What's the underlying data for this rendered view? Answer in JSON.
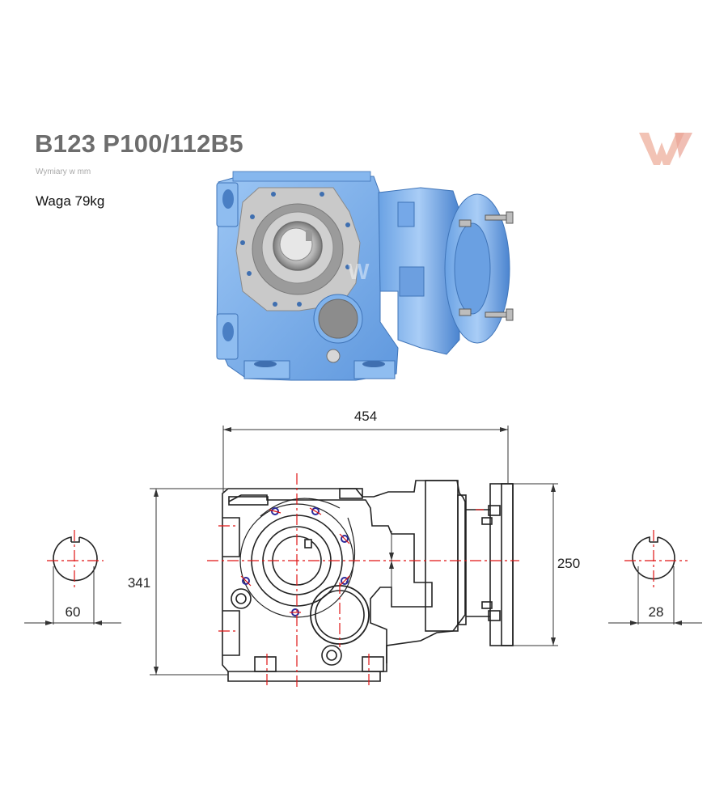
{
  "header": {
    "title": "B123 P100/112B5",
    "subtitle": "Wymiary w mm",
    "weight": "Waga 79kg"
  },
  "dimensions": {
    "overall_width": "454",
    "overall_height": "341",
    "flange_diameter": "250",
    "hollow_shaft_diameter": "60",
    "input_shaft_diameter": "28"
  },
  "colors": {
    "housing_blue": "#7fb2ec",
    "housing_dark": "#4a86d0",
    "flange_gray": "#c9c9c9",
    "centerline_red": "#e01414",
    "drawing_line": "#222222",
    "logo_red": "#e8a08c"
  },
  "icons": {
    "logo": "w-brand-logo"
  }
}
